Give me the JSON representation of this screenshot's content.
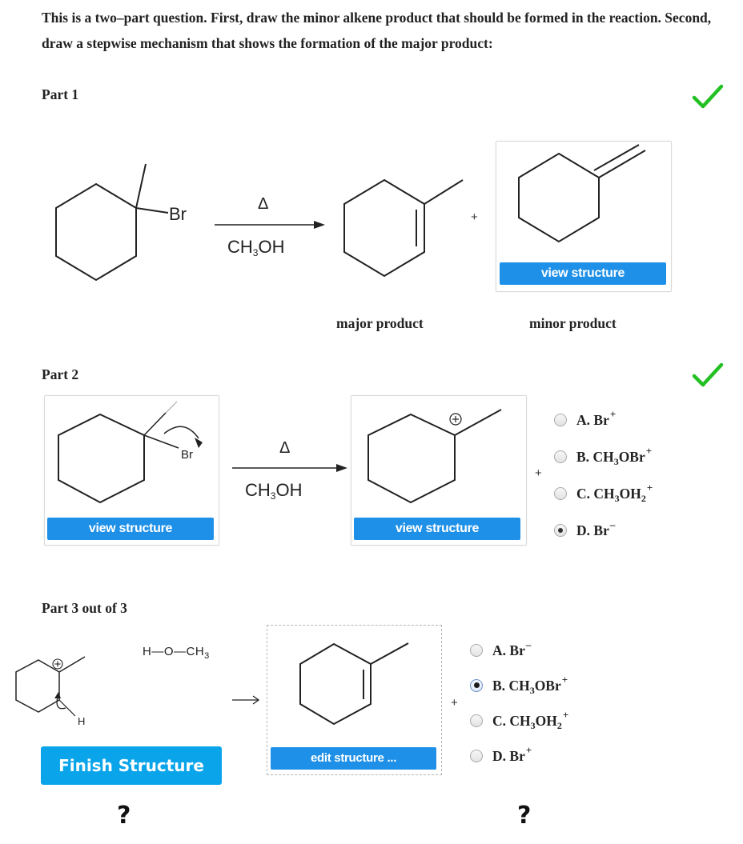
{
  "question": {
    "text": "This is a two–part question. First, draw the minor alkene product that should be formed in the reaction. Second, draw a stepwise mechanism that shows the formation of the major product:"
  },
  "part1": {
    "title": "Part 1",
    "reactant_label": "Br",
    "arrow_top": "Δ",
    "arrow_bottom": "CH3OH",
    "plus": "+",
    "view_button": "view structure",
    "major_label": "major product",
    "minor_label": "minor product"
  },
  "part2": {
    "title": "Part 2",
    "br_label": "Br",
    "arrow_top": "Δ",
    "arrow_bottom": "CH3OH",
    "plus": "+",
    "view_button_left": "view structure",
    "view_button_right": "view structure",
    "options": [
      {
        "letter": "A.",
        "text": "Br",
        "charge": "+",
        "selected": false
      },
      {
        "letter": "B.",
        "text": "CH3OBr",
        "charge": "+",
        "selected": false
      },
      {
        "letter": "C.",
        "text": "CH3OH2",
        "charge": "+",
        "selected": false
      },
      {
        "letter": "D.",
        "text": "Br",
        "charge": "–",
        "selected": true
      }
    ]
  },
  "part3": {
    "title": "Part 3 out of 3",
    "reagent": "H—O—CH3",
    "h_label": "H",
    "plus": "+",
    "finish_button": "Finish Structure",
    "edit_button": "edit structure ...",
    "options": [
      {
        "letter": "A.",
        "text": "Br",
        "charge": "–",
        "selected": false
      },
      {
        "letter": "B.",
        "text": "CH3OBr",
        "charge": "+",
        "selected": true
      },
      {
        "letter": "C.",
        "text": "CH3OH2",
        "charge": "+",
        "selected": false
      },
      {
        "letter": "D.",
        "text": "Br",
        "charge": "+",
        "selected": false
      }
    ],
    "question_mark_left": "?",
    "question_mark_right": "?"
  },
  "colors": {
    "check": "#22c022",
    "button_blue": "#1e90e8",
    "finish_blue": "#0aa4ea"
  },
  "icons": [
    "check-icon",
    "radio-icon",
    "reaction-arrow-icon",
    "curved-arrow-icon"
  ]
}
